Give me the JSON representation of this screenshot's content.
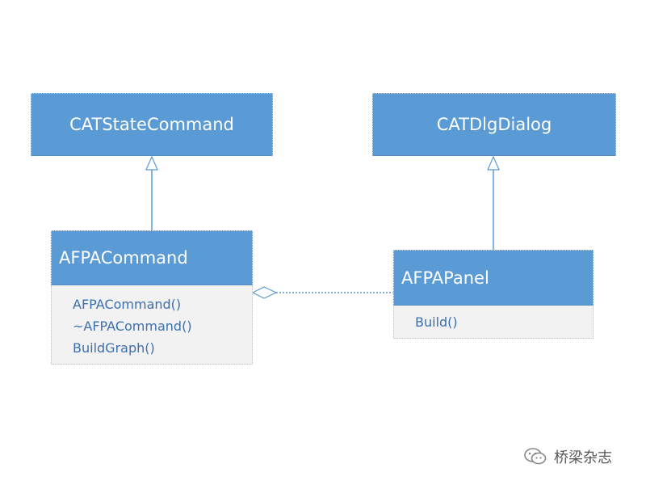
{
  "classes": {
    "cat_state_command": {
      "name": "CATStateCommand"
    },
    "cat_dlg_dialog": {
      "name": "CATDlgDialog"
    },
    "afpa_command": {
      "name": "AFPACommand",
      "methods": [
        "AFPACommand()",
        "~AFPACommand()",
        "BuildGraph()"
      ]
    },
    "afpa_panel": {
      "name": "AFPAPanel",
      "methods": [
        "Build()"
      ]
    }
  },
  "watermark": {
    "text": "桥梁杂志",
    "icon": "wechat-chat-icon"
  },
  "colors": {
    "header_fill": "#5b9bd5",
    "header_text": "#ffffff",
    "member_fill": "#f2f2f2",
    "member_text": "#3b6fb0",
    "connector": "#5b9bd5"
  }
}
